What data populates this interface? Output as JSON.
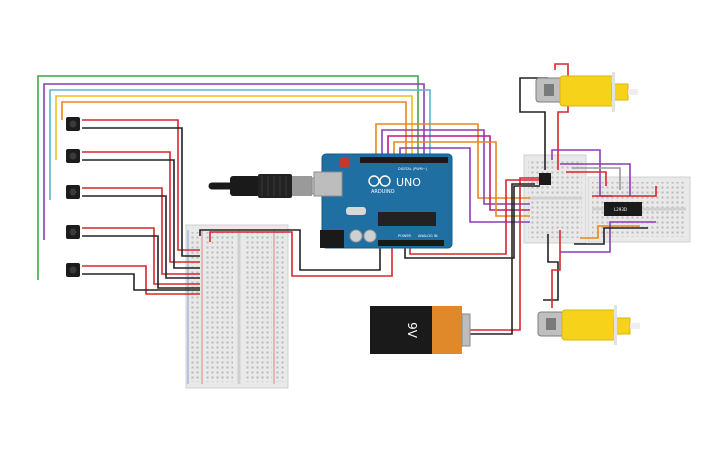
{
  "arduino": {
    "brand": "ARDUINO",
    "model": "UNO",
    "header_digital": "DIGITAL (PWM~)",
    "header_power": "POWER",
    "header_analog": "ANALOG IN"
  },
  "battery": {
    "label": "9V"
  },
  "driver_chip": {
    "label": "L293D"
  },
  "colors": {
    "wire_red": "#d9262b",
    "wire_black": "#222222",
    "wire_orange": "#e8871e",
    "wire_yellow": "#e9c21a",
    "wire_green": "#3fa64a",
    "wire_purple": "#8a3fb5",
    "wire_cyan": "#58b7c9",
    "wire_gray": "#9a9a9a",
    "wire_magenta": "#c2187a",
    "arduino_blue": "#1f6fa3",
    "motor_yellow": "#f6d21a"
  }
}
